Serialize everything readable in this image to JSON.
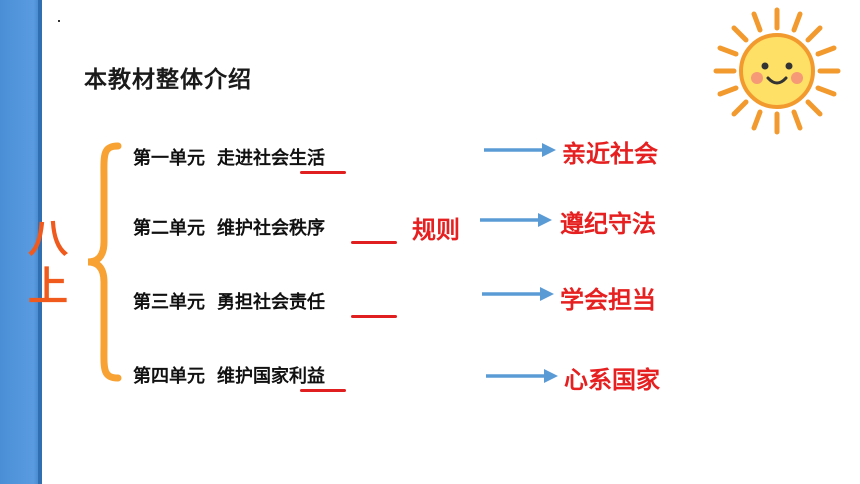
{
  "slide": {
    "title": "本教材整体介绍",
    "grade": [
      "八",
      "上"
    ],
    "units": [
      {
        "number": "第一单元",
        "name": "走进社会生活",
        "result": "亲近社会"
      },
      {
        "number": "第二单元",
        "name": "维护社会秩序",
        "keyword": "规则",
        "result": "遵纪守法"
      },
      {
        "number": "第三单元",
        "name": "勇担社会责任",
        "result": "学会担当"
      },
      {
        "number": "第四单元",
        "name": "维护国家利益",
        "result": "心系国家"
      }
    ]
  },
  "colors": {
    "accent_red": "#e62020",
    "grade_orange": "#f05a1c",
    "brace_orange": "#f7a233",
    "arrow_blue": "#5b9bd5",
    "sidebar_blue": "#4a8fd6"
  }
}
